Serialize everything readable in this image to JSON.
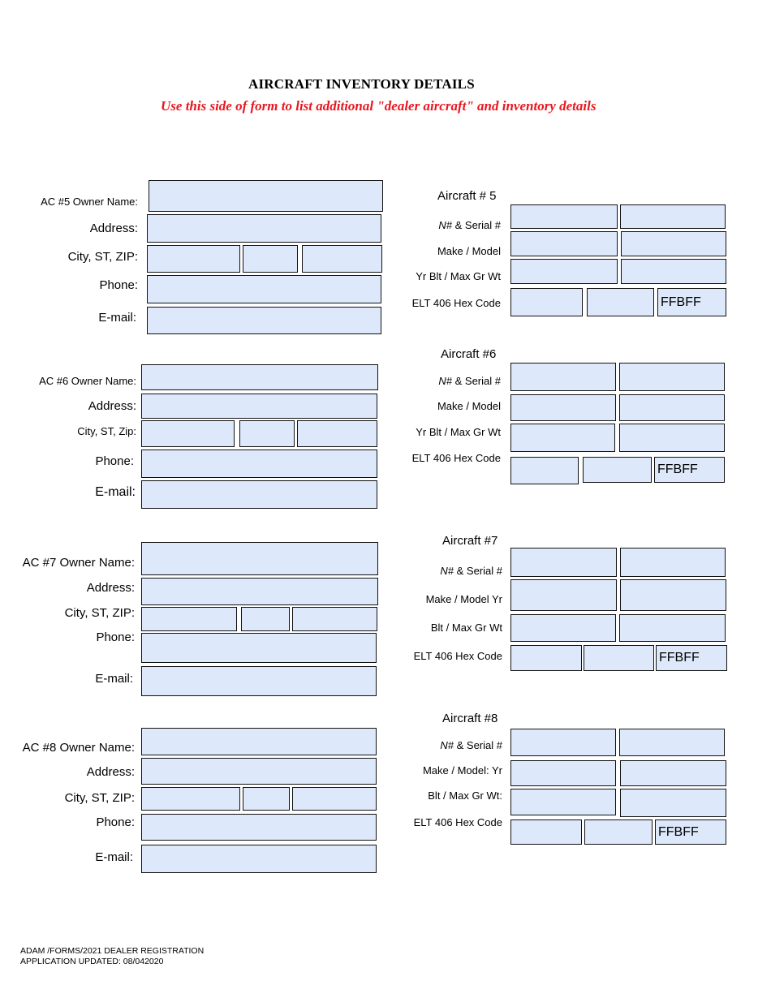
{
  "header": {
    "title": "AIRCRAFT INVENTORY DETAILS",
    "subtitle": "Use this side of form to list additional \"dealer aircraft\" and inventory details"
  },
  "owners": [
    {
      "owner_label": "AC #5 Owner Name:",
      "address_label": "Address:",
      "city_label": "City, ST, ZIP:",
      "phone_label": "Phone:",
      "email_label": "E-mail:"
    },
    {
      "owner_label": "AC #6 Owner Name:",
      "address_label": "Address:",
      "city_label": "City, ST, Zip:",
      "phone_label": "Phone:",
      "email_label": "E-mail:"
    },
    {
      "owner_label": "AC #7 Owner Name:",
      "address_label": "Address:",
      "city_label": "City, ST, ZIP:",
      "phone_label": "Phone:",
      "email_label": "E-mail:"
    },
    {
      "owner_label": "AC #8  Owner Name:",
      "address_label": "Address:",
      "city_label": "City, ST, ZIP:",
      "phone_label": "Phone:",
      "email_label": "E-mail:"
    }
  ],
  "aircraft": [
    {
      "heading": "Aircraft # 5",
      "n_label_italic": "N#",
      "n_label_rest": " & Serial #",
      "make_label": "Make / Model",
      "year_label": "Yr Blt / Max Gr Wt",
      "elt_label": "ELT 406 Hex Code",
      "elt_value": "FFBFF"
    },
    {
      "heading": "Aircraft #6",
      "n_label_italic": "N#",
      "n_label_rest": " & Serial #",
      "make_label": "Make / Model",
      "year_label": "Yr Blt / Max Gr Wt",
      "elt_label": "ELT 406 Hex Code",
      "elt_value": "FFBFF"
    },
    {
      "heading": "Aircraft #7",
      "n_label_italic": "N#",
      "n_label_rest": " & Serial #",
      "make_label": "Make / Model Yr",
      "year_label": "Blt / Max Gr Wt",
      "elt_label": "ELT 406 Hex Code",
      "elt_value": "FFBFF"
    },
    {
      "heading": "Aircraft #8",
      "n_label_italic": "N#",
      "n_label_rest": " & Serial #",
      "make_label": "Make / Model: Yr",
      "year_label": "Blt / Max Gr Wt:",
      "elt_label": "ELT 406 Hex Code",
      "elt_value": "FFBFF"
    }
  ],
  "footer": {
    "line1": "ADAM /FORMS/2021 DEALER REGISTRATION",
    "line2": "APPLICATION UPDATED: 08/042020"
  }
}
